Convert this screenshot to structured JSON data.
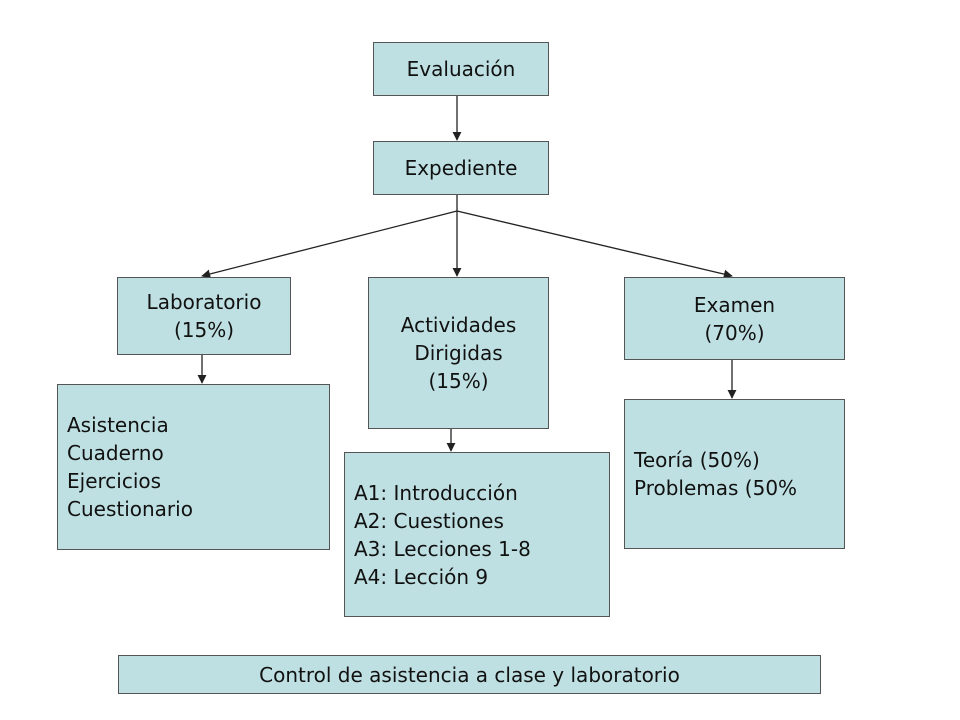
{
  "colors": {
    "box_fill": "#bfe0e2",
    "box_border": "#555555",
    "line": "#222222"
  },
  "nodes": {
    "evaluacion": {
      "lines": [
        "Evaluación"
      ]
    },
    "expediente": {
      "lines": [
        "Expediente"
      ]
    },
    "laboratorio": {
      "lines": [
        "Laboratorio",
        "(15%)"
      ]
    },
    "actividades": {
      "lines": [
        "Actividades",
        "Dirigidas",
        "(15%)"
      ]
    },
    "examen": {
      "lines": [
        "Examen",
        "(70%)"
      ]
    },
    "lab_items": {
      "lines": [
        "Asistencia",
        "Cuaderno",
        "Ejercicios",
        "Cuestionario"
      ]
    },
    "act_items": {
      "lines": [
        "A1: Introducción",
        "A2: Cuestiones",
        "A3: Lecciones 1-8",
        "A4: Lección 9"
      ]
    },
    "exam_items": {
      "lines": [
        "Teoría (50%)",
        "Problemas (50%"
      ]
    },
    "control": {
      "lines": [
        "Control de asistencia a clase y laboratorio"
      ]
    }
  }
}
